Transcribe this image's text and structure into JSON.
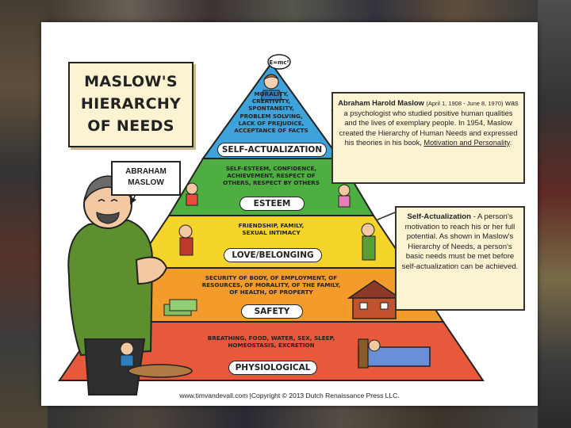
{
  "title": {
    "line1": "MASLOW'S",
    "line2": "HIERARCHY",
    "line3": "OF NEEDS"
  },
  "name_label": {
    "line1": "ABRAHAM",
    "line2": "MASLOW"
  },
  "bio": {
    "name": "Abraham Harold Maslow",
    "dates": "(April 1, 1908 - June 8, 1970)",
    "text": "was a psychologist who studied positive human qualities and the lives of exemplary people. In 1954, Maslow created the Hierarchy of Human Needs and expressed his theories in his book,",
    "book": "Motivation and Personality",
    "end": "."
  },
  "definition": {
    "term": "Self-Actualization",
    "text": "- A person's motivation to reach his or her full potential. As shown in Maslow's Hierarchy of Needs, a person's basic needs must be met before self-actualization can be achieved."
  },
  "levels": [
    {
      "label": "SELF-ACTUALIZATION",
      "color": "#3ea3da",
      "desc": [
        "MORALITY,",
        "CREATIVITY,",
        "SPONTANEITY,",
        "PROBLEM SOLVING,",
        "LACK OF PREJUDICE,",
        "ACCEPTANCE OF FACTS"
      ]
    },
    {
      "label": "ESTEEM",
      "color": "#4caf3f",
      "desc": [
        "SELF-ESTEEM, CONFIDENCE,",
        "ACHIEVEMENT, RESPECT OF",
        "OTHERS, RESPECT BY OTHERS"
      ]
    },
    {
      "label": "LOVE/BELONGING",
      "color": "#f6d52b",
      "desc": [
        "FRIENDSHIP, FAMILY,",
        "SEXUAL INTIMACY"
      ]
    },
    {
      "label": "SAFETY",
      "color": "#f39b2b",
      "desc": [
        "SECURITY OF BODY, OF EMPLOYMENT, OF",
        "RESOURCES, OF MORALITY, OF THE FAMILY,",
        "OF HEALTH, OF PROPERTY"
      ]
    },
    {
      "label": "PHYSIOLOGICAL",
      "color": "#e8583a",
      "desc": [
        "BREATHING, FOOD, WATER, SEX, SLEEP,",
        "HOMEOSTASIS, EXCRETION"
      ]
    }
  ],
  "thought_bubble": "E=mc²",
  "footer": "www.timvandevall.com |Copyright © 2013 Dutch Renaissance Press LLC."
}
